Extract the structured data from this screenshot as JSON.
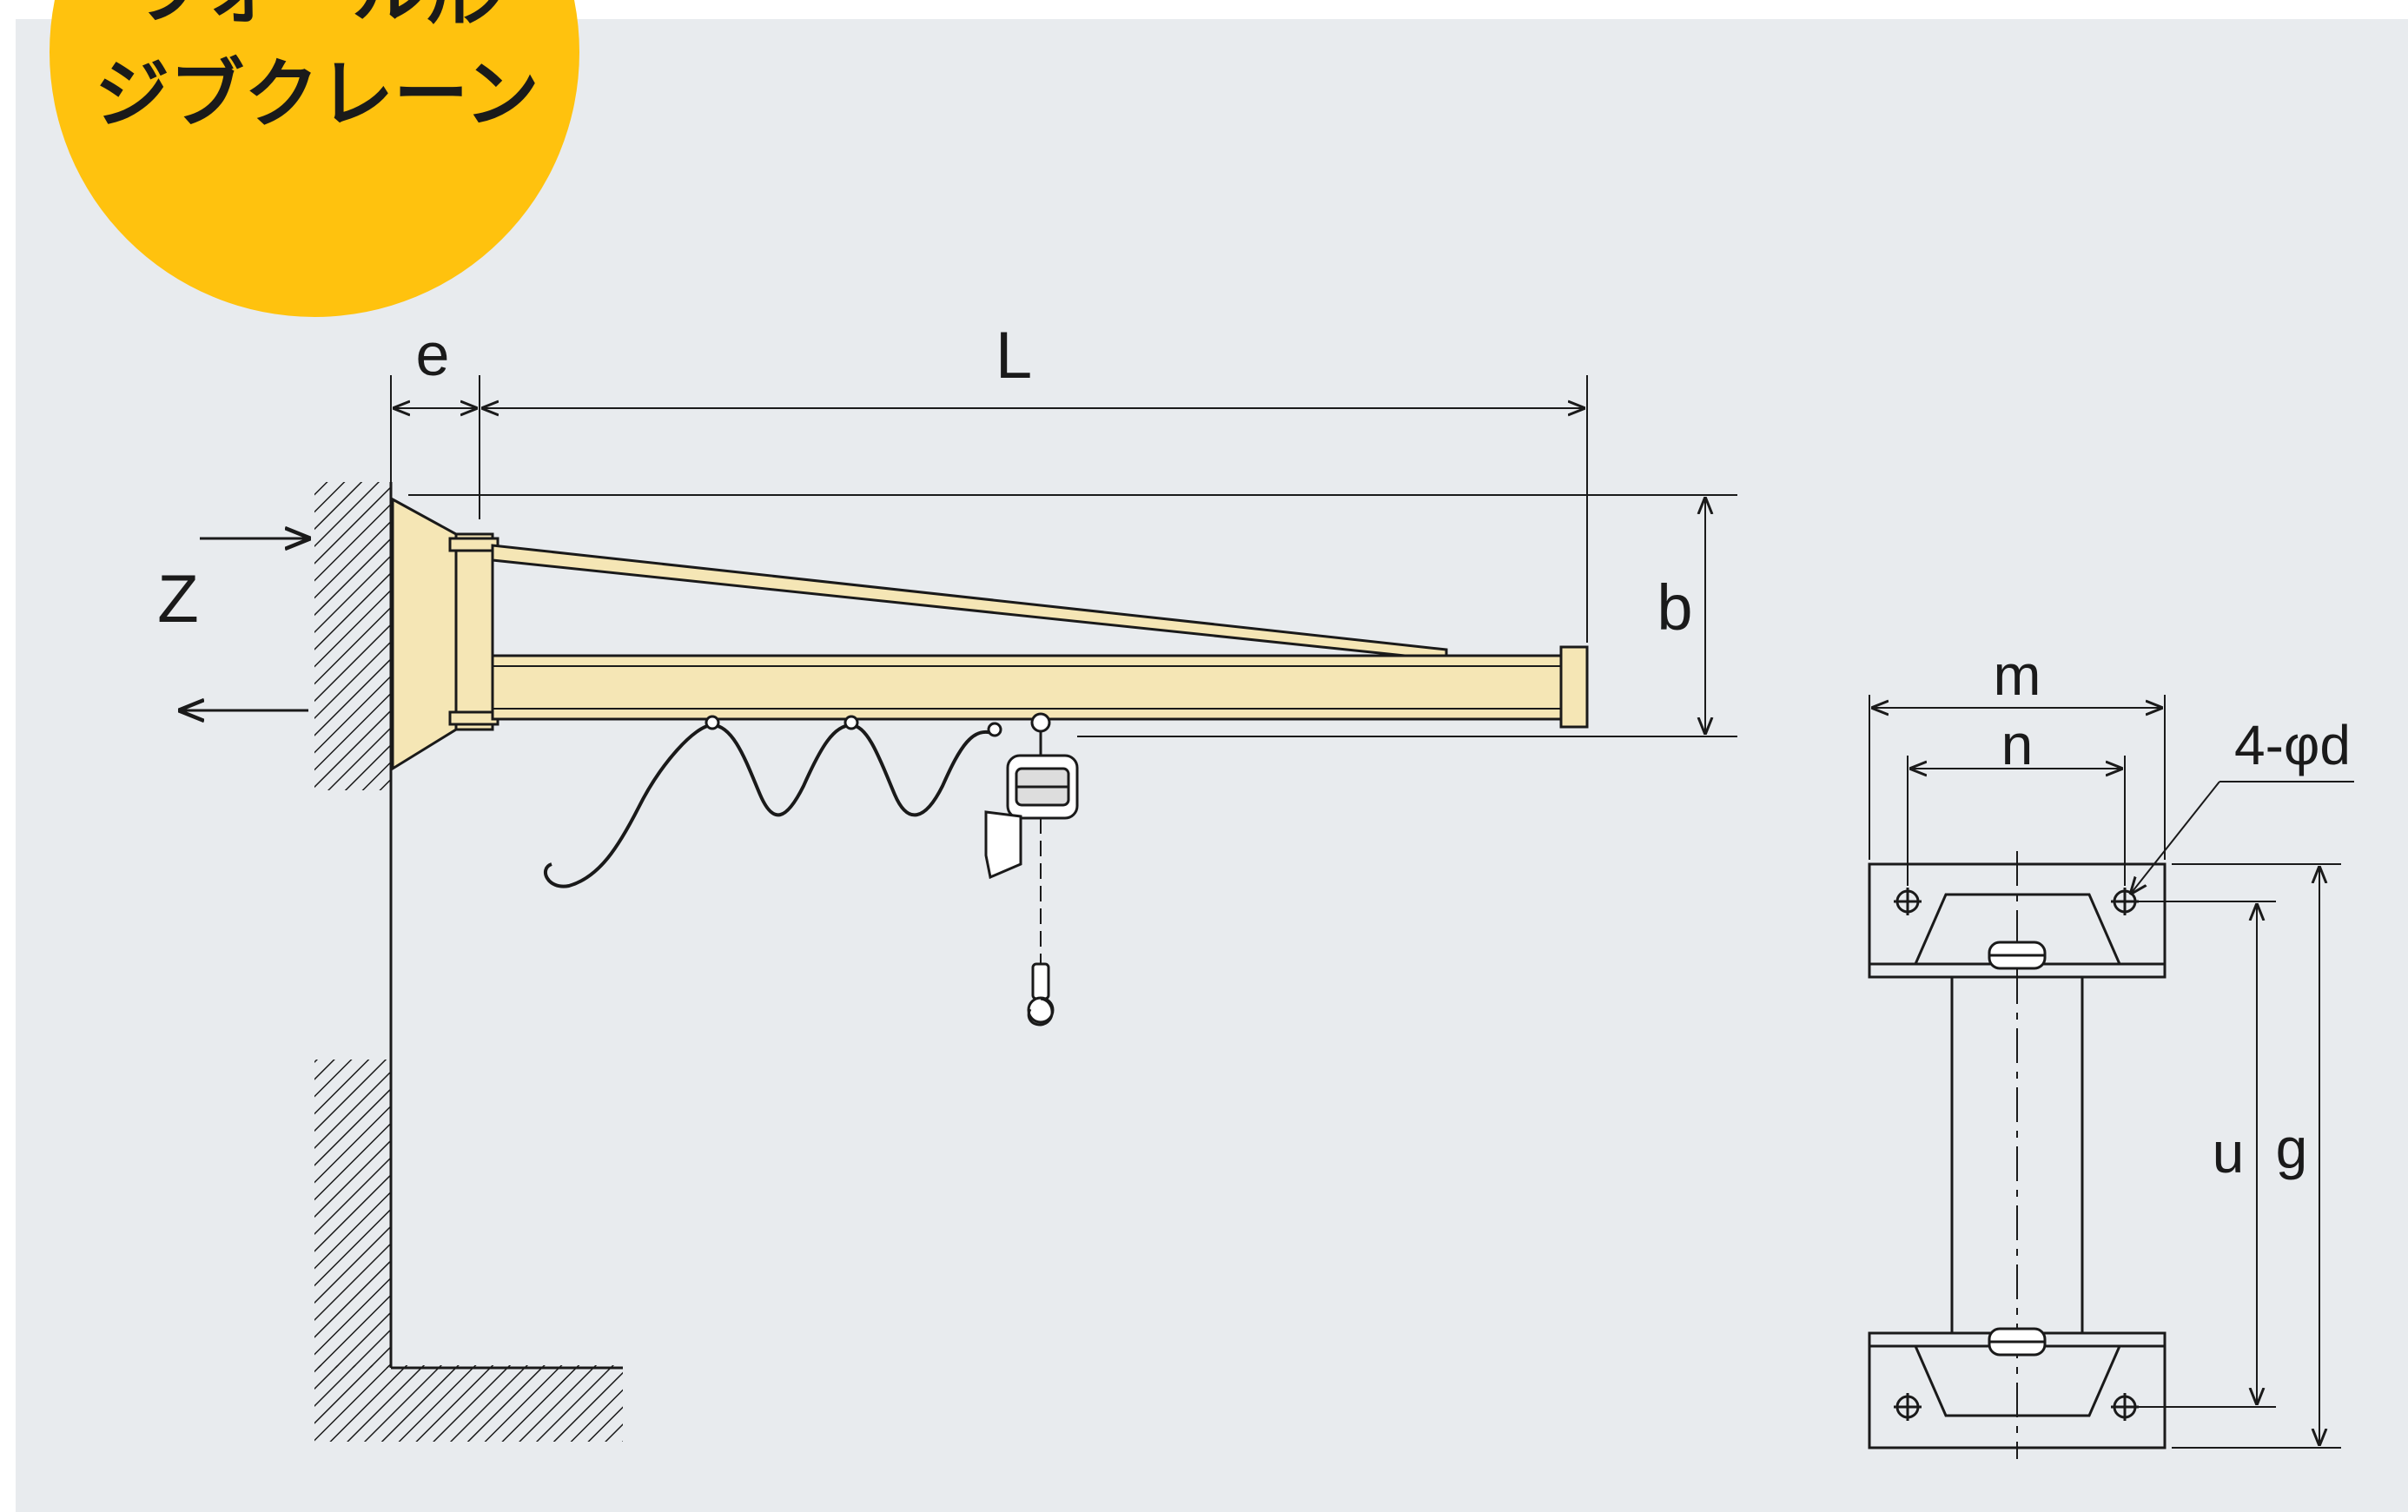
{
  "badge": {
    "line1": "ウォール形",
    "line2": "ジブクレーン",
    "color": "#FFC20E"
  },
  "colors": {
    "background": "#E8EBEE",
    "boom": "#F5E6B5",
    "line": "#1A1A1A"
  },
  "side_view": {
    "labels": {
      "e": "e",
      "L": "L",
      "b": "b",
      "Z": "Z"
    }
  },
  "bracket_view": {
    "labels": {
      "m": "m",
      "n": "n",
      "holes": "4-φd",
      "u": "u",
      "g": "g"
    }
  }
}
